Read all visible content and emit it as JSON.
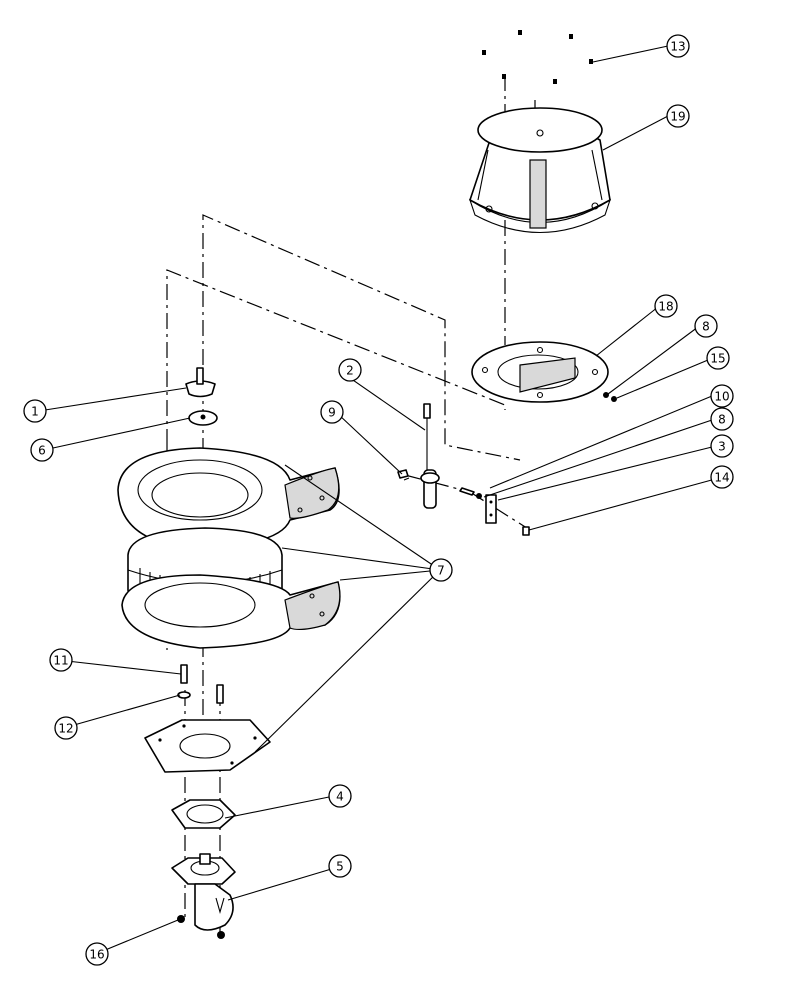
{
  "callouts": [
    {
      "label": "1"
    },
    {
      "label": "2"
    },
    {
      "label": "3"
    },
    {
      "label": "4"
    },
    {
      "label": "5"
    },
    {
      "label": "6"
    },
    {
      "label": "7"
    },
    {
      "label": "8"
    },
    {
      "label": "8"
    },
    {
      "label": "9"
    },
    {
      "label": "10"
    },
    {
      "label": "11"
    },
    {
      "label": "12"
    },
    {
      "label": "13"
    },
    {
      "label": "14"
    },
    {
      "label": "15"
    },
    {
      "label": "16"
    },
    {
      "label": "18"
    },
    {
      "label": "19"
    }
  ]
}
